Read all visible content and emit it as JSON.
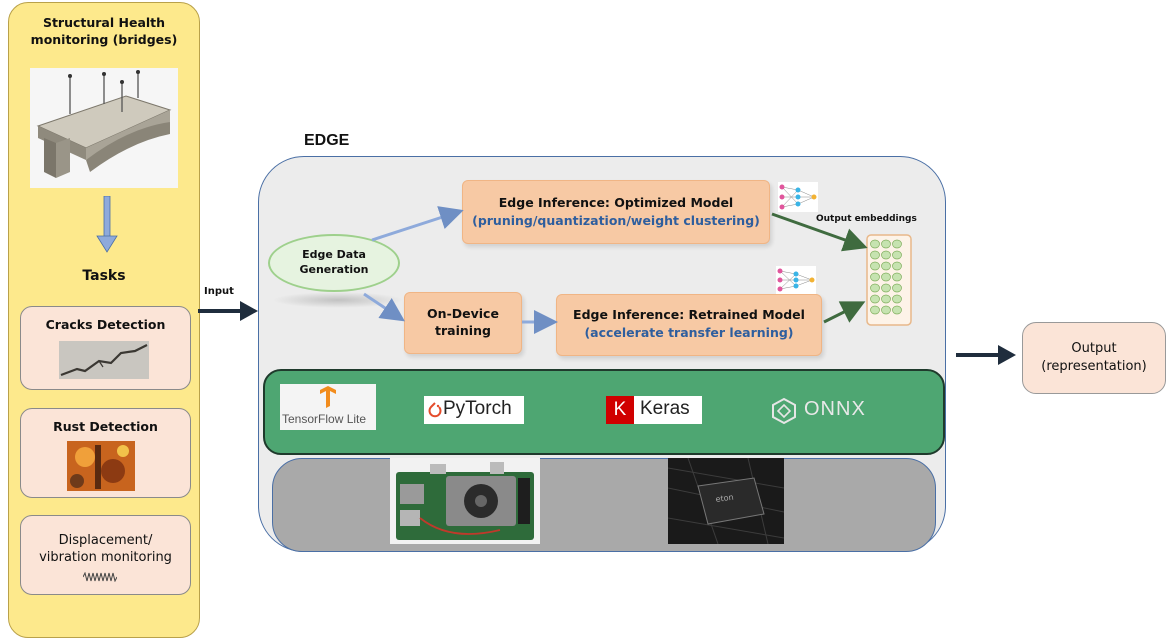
{
  "left_panel": {
    "title_line1": "Structural Health",
    "title_line2": "monitoring (bridges)",
    "tasks_label": "Tasks",
    "tasks": [
      {
        "label": "Cracks Detection"
      },
      {
        "label": "Rust Detection"
      },
      {
        "label_line1": "Displacement/",
        "label_line2": "vibration monitoring"
      }
    ]
  },
  "input_label": "Input",
  "edge": {
    "title": "EDGE",
    "data_generation_line1": "Edge Data",
    "data_generation_line2": "Generation",
    "optimized": {
      "title": "Edge Inference: Optimized Model",
      "subtitle": "(pruning/quantization/weight clustering)"
    },
    "on_device_line1": "On-Device",
    "on_device_line2": "training",
    "retrained": {
      "title": "Edge Inference: Retrained Model",
      "subtitle": "(accelerate transfer learning)"
    },
    "output_embeddings_label": "Output embeddings"
  },
  "frameworks": {
    "tensorflow": "TensorFlow Lite",
    "pytorch": "PyTorch",
    "keras_k": "K",
    "keras": "Keras",
    "onnx": "ONNX"
  },
  "output": {
    "line1": "Output",
    "line2": "(representation)"
  },
  "colors": {
    "left_panel": "#fde98c",
    "orange_box": "#f7c9a4",
    "framework_bar": "#4ea672",
    "hardware_bar": "#a9a9a9",
    "accent_blue": "#2e5e9e"
  }
}
